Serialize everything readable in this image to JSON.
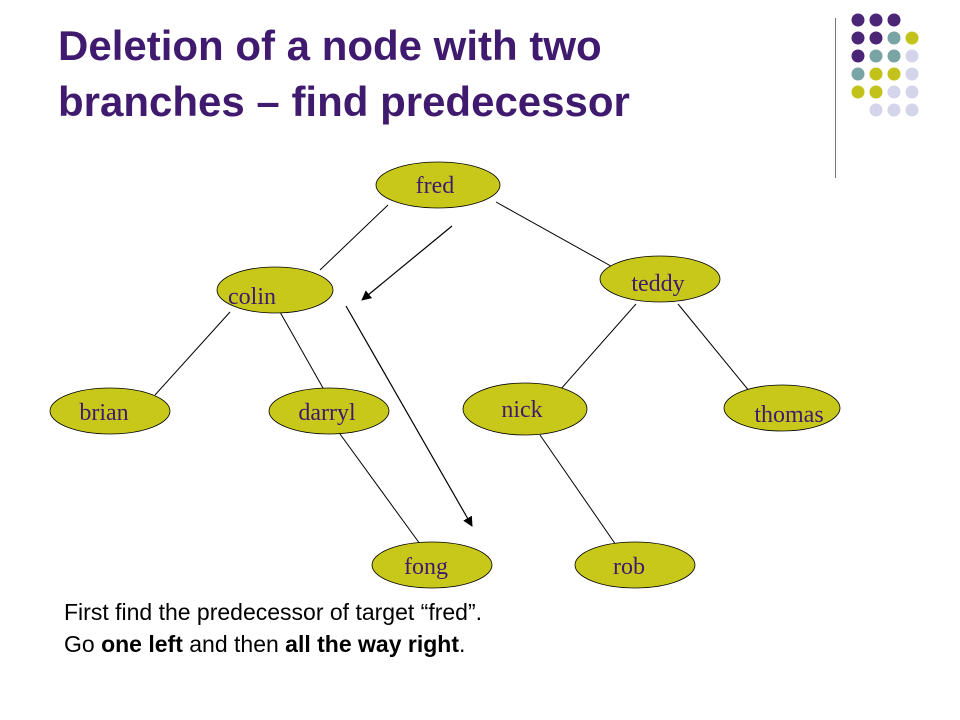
{
  "slide": {
    "title_line1": "Deletion of a node with two",
    "title_line2": "branches – find predecessor"
  },
  "colors": {
    "title": "#3f1a6e",
    "node_fill": "#c8c81a",
    "dot_purple": "#4b2677",
    "dot_teal": "#7aa3a3",
    "dot_olive": "#c3c21b",
    "dot_lavender": "#d4d4ea"
  },
  "tree": {
    "nodes": [
      {
        "id": "fred",
        "label": "fred"
      },
      {
        "id": "colin",
        "label": "colin"
      },
      {
        "id": "teddy",
        "label": "teddy"
      },
      {
        "id": "brian",
        "label": "brian"
      },
      {
        "id": "darryl",
        "label": "darryl"
      },
      {
        "id": "nick",
        "label": "nick"
      },
      {
        "id": "thomas",
        "label": "thomas"
      },
      {
        "id": "fong",
        "label": "fong"
      },
      {
        "id": "rob",
        "label": "rob"
      }
    ],
    "edges": [
      [
        "fred",
        "colin"
      ],
      [
        "fred",
        "teddy"
      ],
      [
        "colin",
        "brian"
      ],
      [
        "colin",
        "darryl"
      ],
      [
        "teddy",
        "nick"
      ],
      [
        "teddy",
        "thomas"
      ],
      [
        "darryl",
        "fong"
      ],
      [
        "nick",
        "rob"
      ]
    ],
    "arrows": [
      {
        "meaning": "one-left"
      },
      {
        "meaning": "all-the-way-right"
      }
    ]
  },
  "caption": {
    "line1": "First find the predecessor of target “fred”.",
    "line2_prefix": "Go ",
    "line2_bold1": "one left",
    "line2_middle": " and then ",
    "line2_bold2": "all the way right",
    "line2_suffix": "."
  }
}
